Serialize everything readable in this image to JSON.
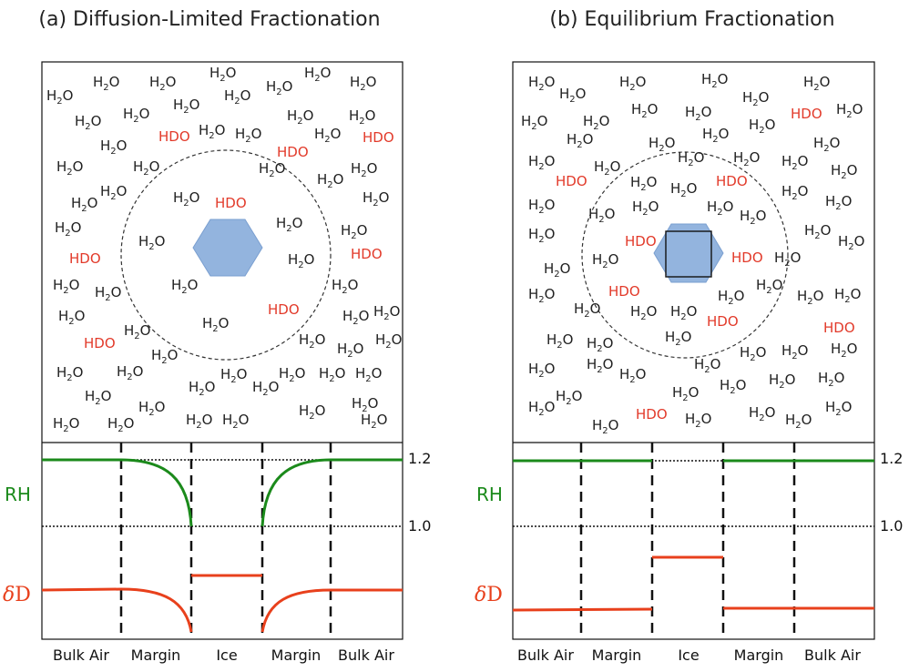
{
  "colors": {
    "rh": "#1b8a1b",
    "deltaD": "#e8401c",
    "hdo": "#e23a2a",
    "h2o": "#222222",
    "crystal": "#93b4de"
  },
  "panels": [
    {
      "title": "(a) Diffusion-Limited Fractionation",
      "rh_label": "RH",
      "delta_label_symbol": "δ",
      "delta_label_letter": "D",
      "y_labels": [
        "1.2",
        "1.0"
      ],
      "regions": [
        "Bulk Air",
        "Margin",
        "Ice",
        "Margin",
        "Bulk Air"
      ],
      "molecule_h2o_main": "H",
      "molecule_h2o_sub": "2",
      "molecule_h2o_tail": "O",
      "molecule_hdo": "HDO"
    },
    {
      "title": "(b) Equilibrium Fractionation",
      "rh_label": "RH",
      "delta_label_symbol": "δ",
      "delta_label_letter": "D",
      "y_labels": [
        "1.2",
        "1.0"
      ],
      "regions": [
        "Bulk Air",
        "Margin",
        "Ice",
        "Margin",
        "Bulk Air"
      ],
      "molecule_h2o_main": "H",
      "molecule_h2o_sub": "2",
      "molecule_h2o_tail": "O",
      "molecule_hdo": "HDO"
    }
  ]
}
